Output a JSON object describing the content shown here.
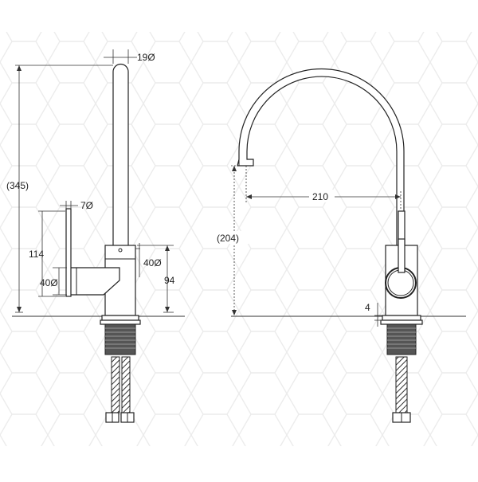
{
  "diagram": {
    "side_view": {
      "height_label": "(345)",
      "spout_diameter_label": "19Ø",
      "handle_diameter_label": "7Ø",
      "handle_height_label": "114",
      "lever_diameter_label": "40Ø",
      "body_diameter_label": "40Ø",
      "body_height_label": "94"
    },
    "front_view": {
      "reach_label": "210",
      "spout_height_label": "(204)",
      "flange_label": "4"
    }
  }
}
